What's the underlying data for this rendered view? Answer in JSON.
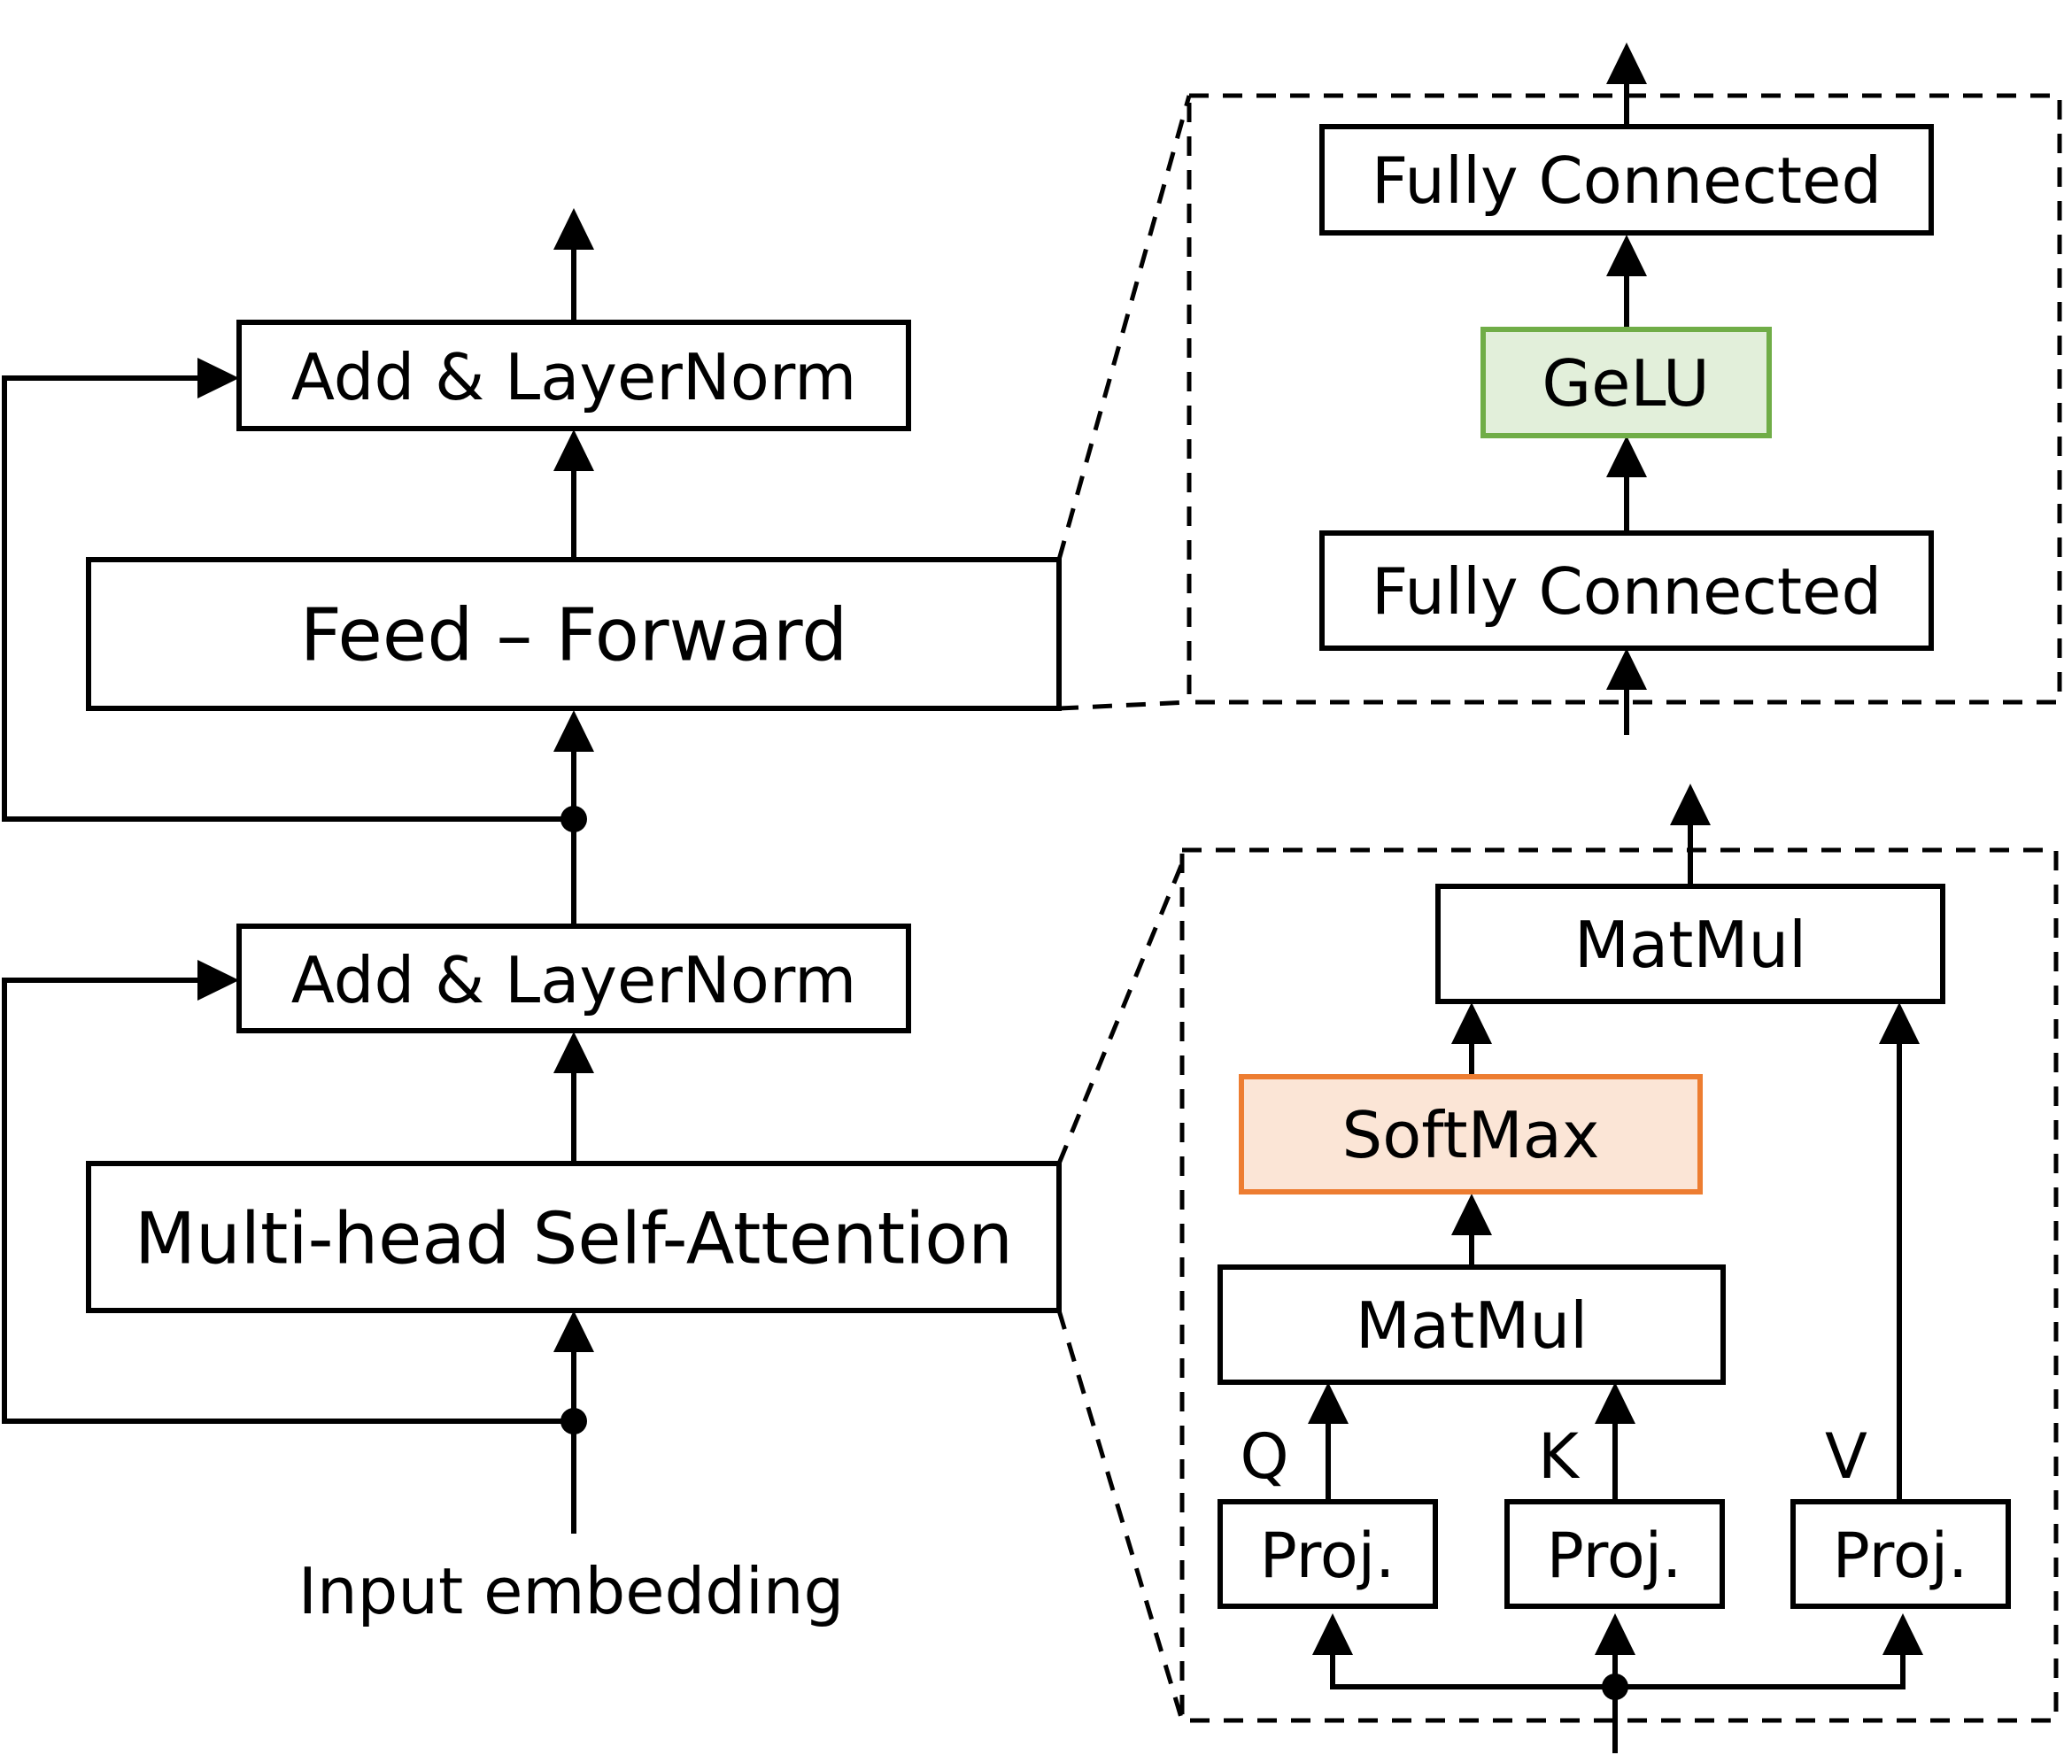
{
  "colors": {
    "line": "#000000",
    "gelu_fill": "#e2efda",
    "gelu_border": "#70ad47",
    "softmax_fill": "#fbe5d6",
    "softmax_border": "#ed7d31"
  },
  "encoder": {
    "add_norm_top": "Add & LayerNorm",
    "feed_forward": "Feed – Forward",
    "add_norm_bottom": "Add & LayerNorm",
    "self_attention": "Multi-head Self-Attention",
    "input_label": "Input embedding"
  },
  "ffn_detail": {
    "fc_top": "Fully Connected",
    "activation": "GeLU",
    "fc_bottom": "Fully Connected"
  },
  "attention_detail": {
    "matmul_top": "MatMul",
    "softmax": "SoftMax",
    "matmul_bottom": "MatMul",
    "proj_q": "Proj.",
    "proj_k": "Proj.",
    "proj_v": "Proj.",
    "label_q": "Q",
    "label_k": "K",
    "label_v": "V"
  }
}
